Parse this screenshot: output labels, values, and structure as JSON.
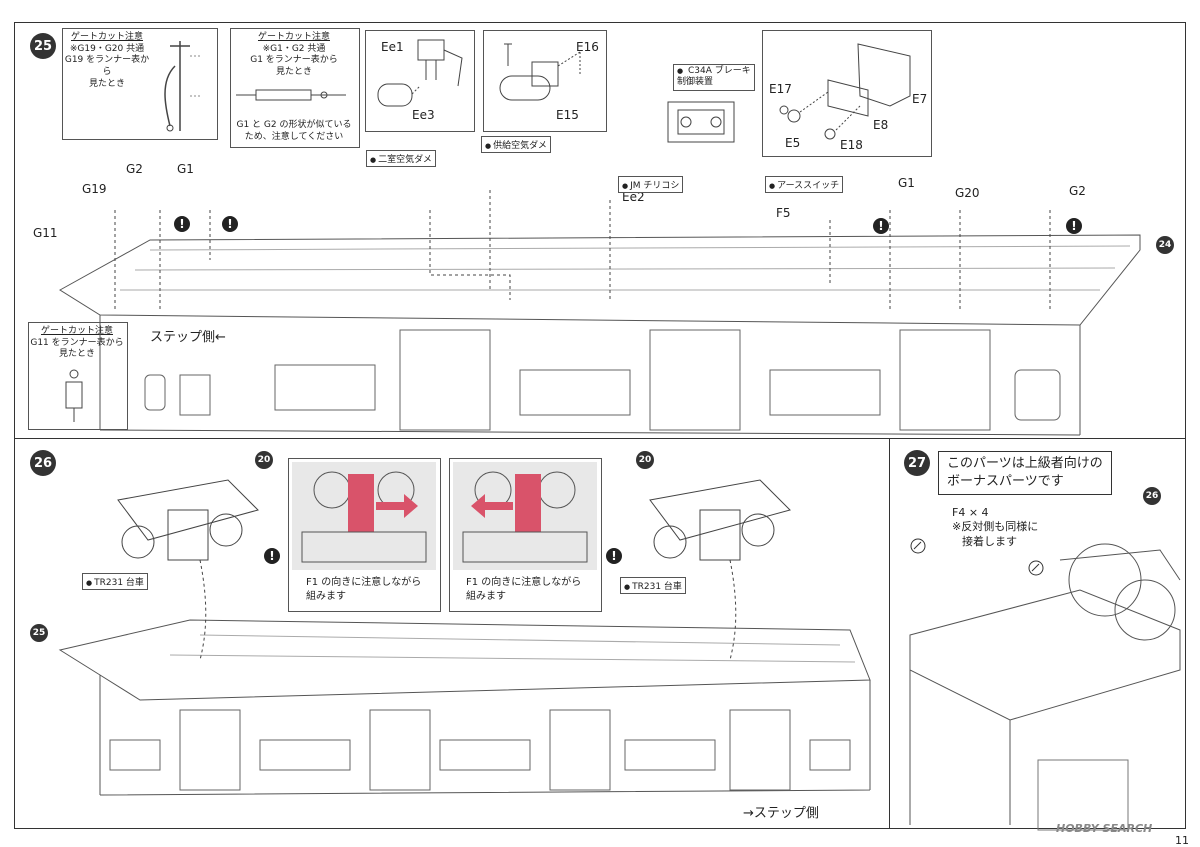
{
  "page_number": "11",
  "watermark": "HOBBY SEARCH",
  "steps": {
    "s25": "25",
    "s26": "26",
    "s27": "27"
  },
  "refs": {
    "r24": "24",
    "r20a": "20",
    "r20b": "20",
    "r25": "25",
    "r26": "26"
  },
  "step25": {
    "note_g19": {
      "title": "ゲートカット注意",
      "line1": "※G19・G20 共通",
      "line2": "G19 をランナー表から",
      "line3": "見たとき"
    },
    "note_g1": {
      "title": "ゲートカット注意",
      "line1": "※G1・G2 共通",
      "line2": "G1 をランナー表から",
      "line3": "見たとき",
      "line4": "G1 と G2 の形状が似ている",
      "line5": "ため、注意してください"
    },
    "note_g11": {
      "title": "ゲートカット注意",
      "line1": "G11 をランナー表から",
      "line2": "見たとき"
    },
    "parts": {
      "ee1": "Ee1",
      "ee3": "Ee3",
      "e16": "E16",
      "e15": "E15",
      "e17": "E17",
      "e7": "E7",
      "e8": "E8",
      "e5": "E5",
      "e18": "E18",
      "g2_left": "G2",
      "g1_left": "G1",
      "g19": "G19",
      "g11": "G11",
      "ee2": "Ee2",
      "f5": "F5",
      "g1_right": "G1",
      "g20": "G20",
      "g2_right": "G2"
    },
    "tags": {
      "nishitsu": "二室空気ダメ",
      "kyokyu": "供給空気ダメ",
      "jm": "JM チリコシ",
      "earth": "アーススイッチ",
      "c34a_1": "C34A ブレーキ",
      "c34a_2": "制御装置"
    },
    "side_label": "ステップ側←"
  },
  "step26": {
    "tag_left": "TR231 台車",
    "tag_right": "TR231 台車",
    "caption_left_1": "F1 の向きに注意しながら",
    "caption_left_2": "組みます",
    "caption_right_1": "F1 の向きに注意しながら",
    "caption_right_2": "組みます",
    "side_label": "→ステップ側"
  },
  "step27": {
    "bonus_line1": "このパーツは上級者向けの",
    "bonus_line2": "ボーナスパーツです",
    "f4": "F4 × 4",
    "note1": "※反対側も同様に",
    "note2": "接着します"
  },
  "warn_symbol": "!"
}
